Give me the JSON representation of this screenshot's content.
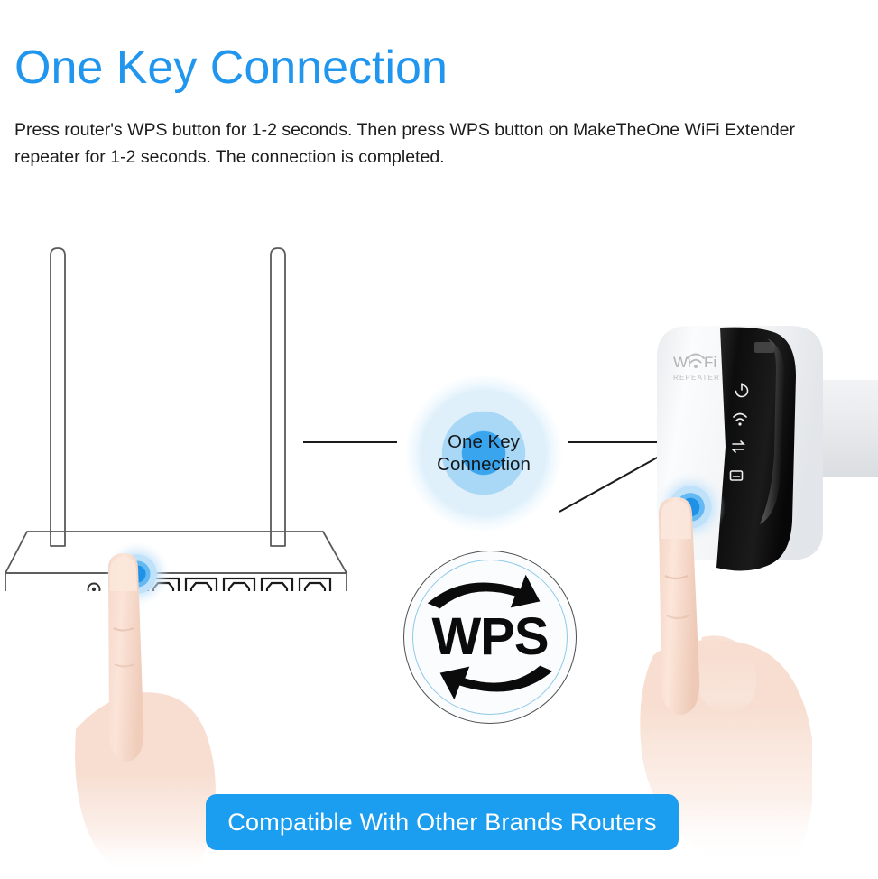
{
  "header": {
    "title": "One Key Connection",
    "title_color": "#2196ee",
    "description": "Press router's WPS button for 1-2 seconds. Then press WPS button on MakeTheOne WiFi Extender repeater for 1-2 seconds. The connection is completed."
  },
  "center_badge": {
    "label": "One Key\nConnection",
    "line1": "One Key",
    "line2": "Connection",
    "ring_colors": [
      "#3aa5ef",
      "#a8d8f5",
      "#dff0fb"
    ]
  },
  "wps_logo": {
    "label": "WPS",
    "icon": "wps-refresh-arrows-icon",
    "ring_color": "#8ec9e8",
    "border_color": "#4f4f4f"
  },
  "router": {
    "name": "wireless-router",
    "antenna_count": 2,
    "ethernet_port_count": 5,
    "ports": [
      "power-jack",
      "wps-button",
      "lan-port",
      "lan-port",
      "lan-port",
      "lan-port",
      "lan-port"
    ]
  },
  "extender": {
    "name": "wifi-extender-repeater",
    "brand_line1": "Wi Fi",
    "brand_line2": "REPEATER",
    "led_icons": [
      "power-led-icon",
      "wifi-signal-led-icon",
      "transfer-led-icon",
      "ethernet-led-icon"
    ],
    "body_color": "#f4f5f7",
    "panel_color": "#141414"
  },
  "hands": {
    "left": "hand-pointing-router-wps",
    "right": "hand-pointing-extender-wps"
  },
  "glow_buttons": {
    "router_wps": "router-wps-glow-button",
    "extender_wps": "extender-wps-glow-button",
    "color": "#1f92e8"
  },
  "banner": {
    "text": "Compatible With Other Brands Routers",
    "background": "#1b9df0",
    "text_color": "#ffffff"
  }
}
